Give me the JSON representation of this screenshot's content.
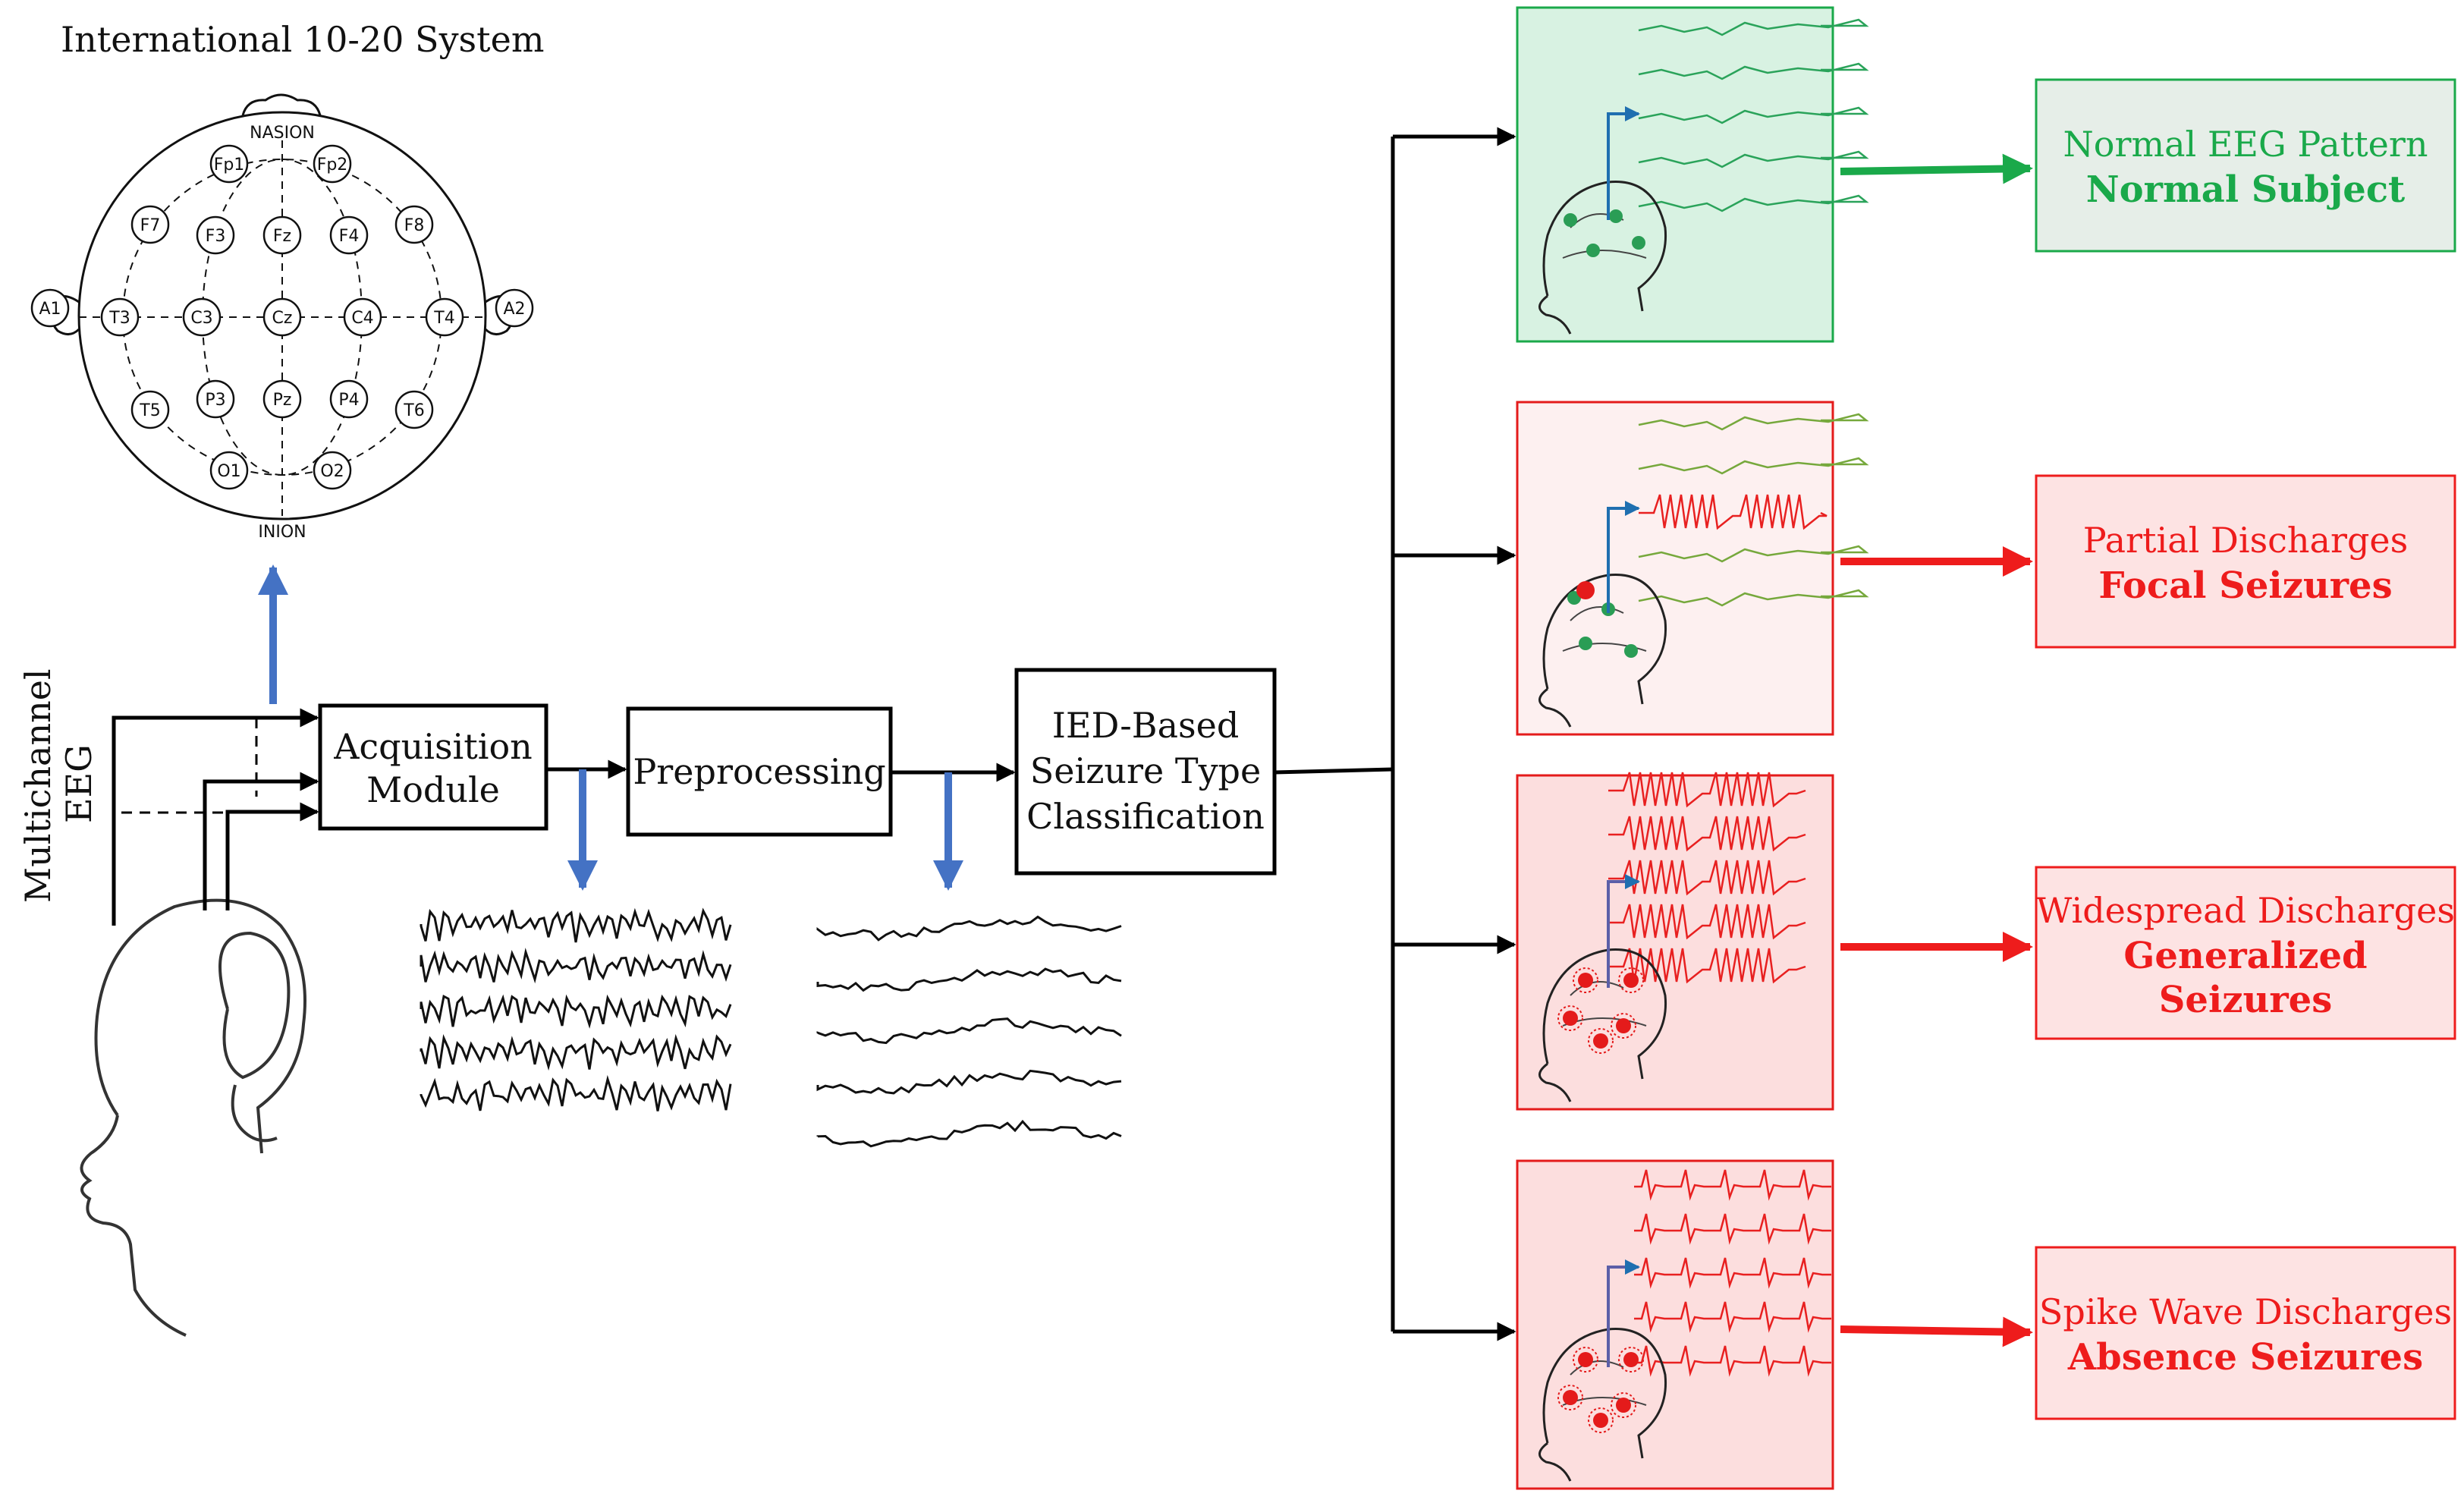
{
  "title": "International 10-20 System",
  "input_label": [
    "Multichannel",
    "EEG"
  ],
  "head_landmarks": {
    "top": "NASION",
    "bottom": "INION"
  },
  "electrodes": [
    "Fp1",
    "Fp2",
    "F7",
    "F3",
    "Fz",
    "F4",
    "F8",
    "A1",
    "T3",
    "C3",
    "Cz",
    "C4",
    "T4",
    "A2",
    "T5",
    "P3",
    "Pz",
    "P4",
    "T6",
    "O1",
    "O2"
  ],
  "blocks": {
    "acquisition": [
      "Acquisition",
      "Module"
    ],
    "preprocessing": "Preprocessing",
    "classification": [
      "IED-Based",
      "Seizure Type",
      "Classification"
    ]
  },
  "outputs": [
    {
      "line1": "Normal EEG Pattern",
      "line2": "Normal Subject",
      "color": "#1aa94a",
      "bg": "#e6eee8",
      "panel_bg": "#d8f2e2",
      "panel_border": "#1aa94a"
    },
    {
      "line1": "Partial Discharges",
      "line2": "Focal Seizures",
      "color": "#ee1c1c",
      "bg": "#fde3e3",
      "panel_bg": "#fdf0f0",
      "panel_border": "#e41b1b"
    },
    {
      "line1": "Widespread Discharges",
      "line2": "Generalized Seizures",
      "line2a": "Generalized",
      "line2b": "Seizures",
      "color": "#ee1c1c",
      "bg": "#fde3e3",
      "panel_bg": "#fcdede",
      "panel_border": "#e41b1b"
    },
    {
      "line1": "Spike Wave Discharges",
      "line2": "Absence Seizures",
      "color": "#ee1c1c",
      "bg": "#fde3e3",
      "panel_bg": "#fcdede",
      "panel_border": "#e41b1b"
    }
  ],
  "colors": {
    "blue_arrow": "#4472c4",
    "green_arrow": "#1aa94a",
    "red_arrow": "#ee1c1c",
    "green_wave": "#76a83c",
    "red_wave": "#e82020"
  }
}
